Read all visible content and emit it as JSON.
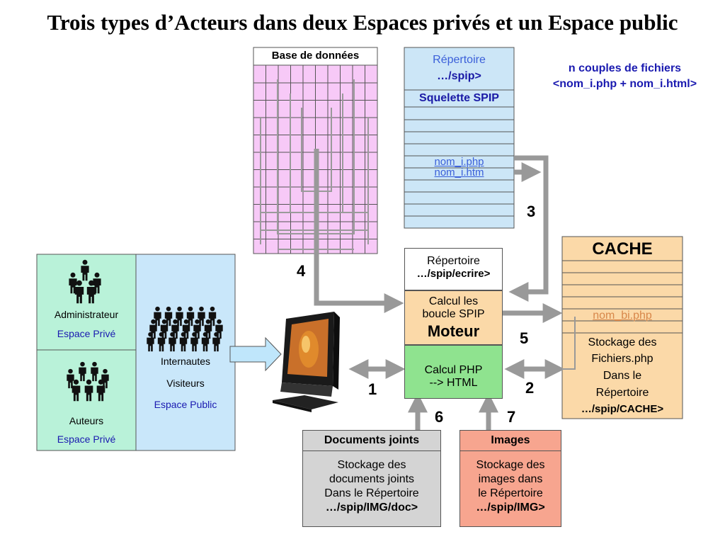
{
  "title": "Trois types d’Acteurs dans deux Espaces privés et un Espace public",
  "database": {
    "header": "Base de données"
  },
  "skeleton": {
    "dir_label": "Répertoire",
    "dir_path": "…/spip>",
    "section": "Squelette SPIP",
    "file_php": "nom_i.php",
    "file_htm": "nom_i.htm"
  },
  "note": {
    "line1": "n couples de fichiers",
    "line2": "<nom_i.php + nom_i.html>"
  },
  "engine": {
    "dir_label": "Répertoire",
    "dir_path": "…/spip/ecrire>",
    "loop_line1": "Calcul les",
    "loop_line2": "boucle SPIP",
    "name": "Moteur",
    "php_line1": "Calcul PHP",
    "php_line2": "--> HTML"
  },
  "cache": {
    "title": "CACHE",
    "file": "nom_bi.php",
    "desc_line1": "Stockage des",
    "desc_line2": "Fichiers.php",
    "desc_line3": "Dans le",
    "desc_line4": "Répertoire",
    "desc_path": "…/spip/CACHE>"
  },
  "actors": {
    "admin_label": "Administrateur",
    "admin_space": "Espace Privé",
    "authors_label": "Auteurs",
    "authors_space": "Espace Privé",
    "internautes": "Internautes",
    "visiteurs": "Visiteurs",
    "public_space": "Espace Public"
  },
  "documents": {
    "header": "Documents joints",
    "line1": "Stockage des",
    "line2": "documents joints",
    "line3": "Dans le Répertoire",
    "path": "…/spip/IMG/doc>"
  },
  "images": {
    "header": "Images",
    "line1": "Stockage des",
    "line2": "images dans",
    "line3": "le Répertoire",
    "path": "…/spip/IMG>"
  },
  "numbers": {
    "n1": "1",
    "n2": "2",
    "n3": "3",
    "n4": "4",
    "n5": "5",
    "n6": "6",
    "n7": "7"
  },
  "colors": {
    "database_fill": "#f7c9f7",
    "skeleton_fill": "#cce6f7",
    "engine_loop_fill": "#fbd9a8",
    "engine_php_fill": "#8fe38f",
    "cache_fill": "#fbd9a8",
    "actors_left_fill": "#b9f2d9",
    "actors_right_fill": "#c9e7fa",
    "documents_fill": "#d4d4d4",
    "images_fill": "#f7a58f",
    "arrow": "#999999"
  }
}
